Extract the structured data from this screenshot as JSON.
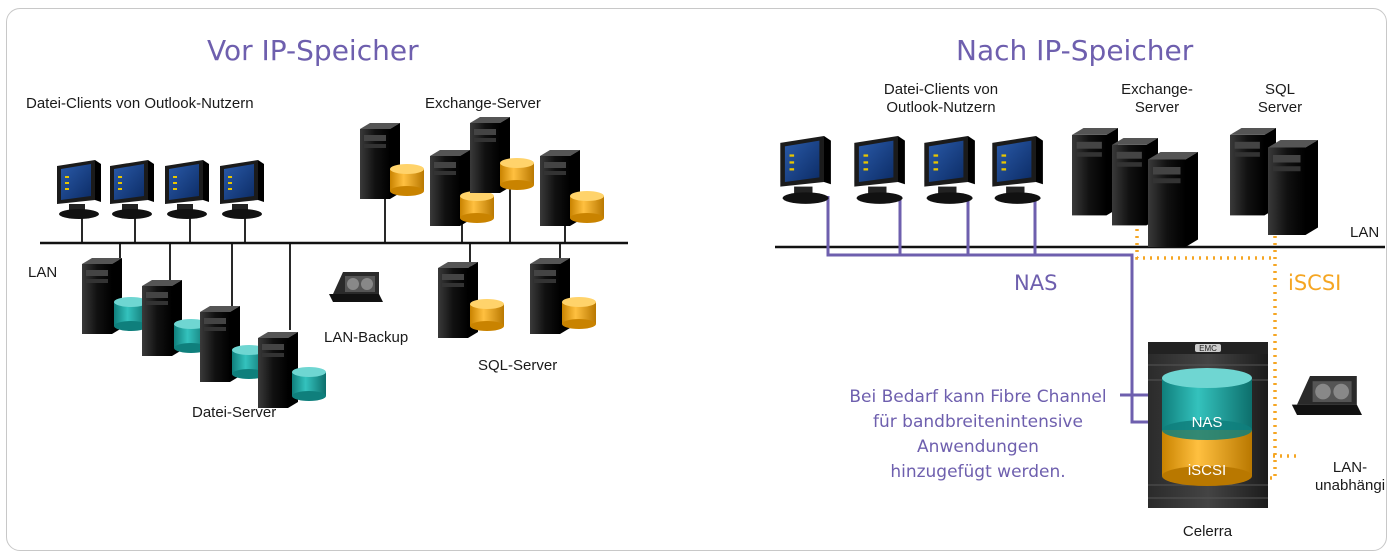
{
  "colors": {
    "title": "#6e5fae",
    "nas": "#6e5fae",
    "iscsi": "#f5a623",
    "teal_disk": "#1fa9a5",
    "gold_disk": "#f0a817",
    "server": "#1a1a1a"
  },
  "left": {
    "title": "Vor IP-Speicher",
    "clients_label": "Datei-Clients von Outlook-Nutzern",
    "exchange_label": "Exchange-Server",
    "lan_label": "LAN",
    "backup_label": "LAN-Backup",
    "sql_label": "SQL-Server",
    "file_server_label": "Datei-Server"
  },
  "right": {
    "title": "Nach IP-Speicher",
    "clients_label_1": "Datei-Clients von",
    "clients_label_2": "Outlook-Nutzern",
    "exchange_label_1": "Exchange-",
    "exchange_label_2": "Server",
    "sql_label_1": "SQL",
    "sql_label_2": "Server",
    "lan_label": "LAN",
    "nas_label": "NAS",
    "iscsi_label": "iSCSI",
    "note_lines": [
      "Bei Bedarf kann Fibre Channel",
      "für bandbreitenintensive",
      "Anwendungen",
      "hinzugefügt werden."
    ],
    "stack_nas": "NAS",
    "stack_iscsi": "iSCSI",
    "celerra_label": "Celerra",
    "backup_label_1": "LAN-",
    "backup_label_2": "unabhängi",
    "emc_badge": "EMC"
  }
}
